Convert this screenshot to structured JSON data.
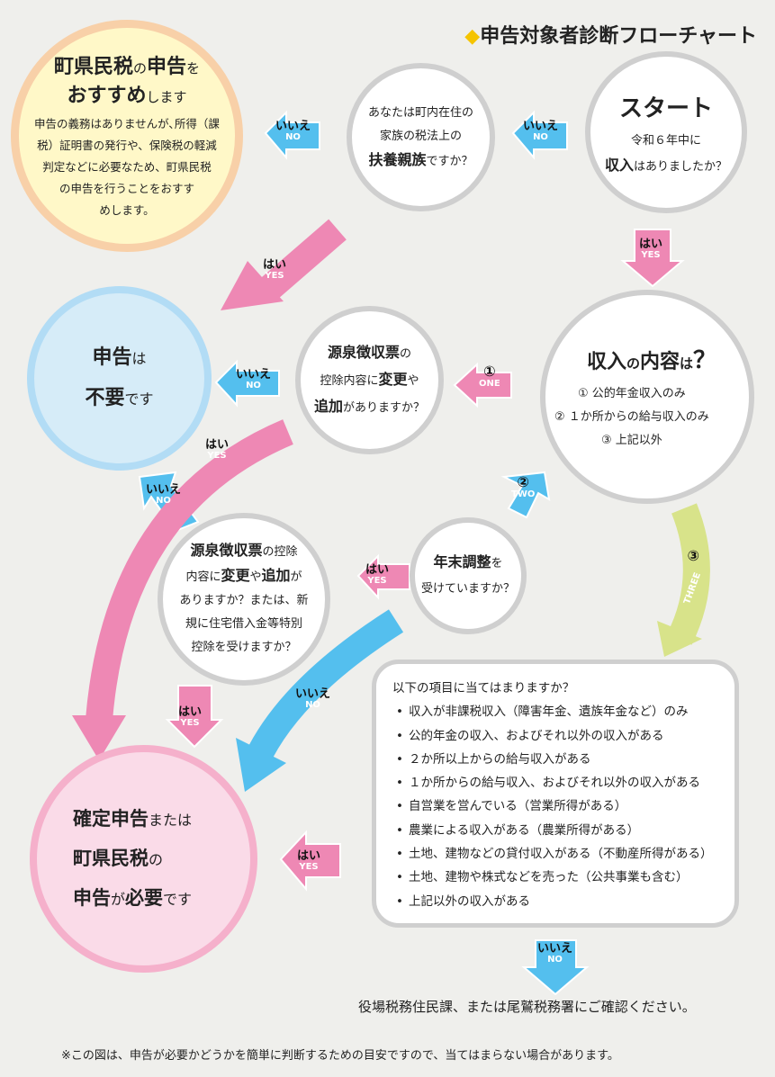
{
  "title": "申告対象者診断フローチャート",
  "colors": {
    "yes": "#ee88b4",
    "no": "#54bfee",
    "three": "#d8e38a",
    "accent": "#f5c400"
  },
  "recommend": {
    "l1a": "町県民税",
    "l1b": "の",
    "l1c": "申告",
    "l1d": "を",
    "l2a": "おすすめ",
    "l2b": "します",
    "body": [
      "申告の義務はありませんが､所得（課",
      "税）証明書の発行や、保険税の軽減",
      "判定などに必要なため、町県民税",
      "の申告を行うことをおすす",
      "めします。"
    ]
  },
  "start": {
    "title": "スタート",
    "l1": "令和６年中に",
    "l2a": "収入",
    "l2b": "はありましたか？"
  },
  "q_dependent": {
    "l1": "あなたは町内在住の",
    "l2": "家族の税法上の",
    "l3a": "扶養親族",
    "l3b": "ですか？"
  },
  "not_needed": {
    "a": "申告",
    "b": "は",
    "c": "不要",
    "d": "です"
  },
  "q_withholding": {
    "l1a": "源泉徴収票",
    "l1b": "の",
    "l2a": "控除内容に",
    "l2b": "変更",
    "l2c": "や",
    "l3a": "追加",
    "l3b": "がありますか？"
  },
  "income": {
    "a": "収入",
    "b": "の",
    "c": "内容",
    "d": "は",
    "e": "？",
    "options": [
      "① 公的年金収入のみ",
      "② １か所からの給与収入のみ",
      "③ 上記以外"
    ]
  },
  "year_end": {
    "a": "年末調整",
    "b": "を",
    "l2": "受けていますか？"
  },
  "q_withholding2": {
    "l1a": "源泉徴収票",
    "l1b": "の控除",
    "l2a": "内容に",
    "l2b": "変更",
    "l2c": "や",
    "l2d": "追加",
    "l2e": "が",
    "l3": "ありますか？または、新",
    "l4": "規に住宅借入金等特別",
    "l5": "控除を受けますか？"
  },
  "box": {
    "heading": "以下の項目に当てはまりますか？",
    "items": [
      "収入が非課税収入（障害年金、遺族年金など）のみ",
      "公的年金の収入、およびそれ以外の収入がある",
      "２か所以上からの給与収入がある",
      "１か所からの給与収入、およびそれ以外の収入がある",
      "自営業を営んでいる（営業所得がある）",
      "農業による収入がある（農業所得がある）",
      "土地、建物などの貸付収入がある（不動産所得がある）",
      "土地、建物や株式などを売った（公共事業も含む）",
      "上記以外の収入がある"
    ]
  },
  "required": {
    "l1a": "確定申告",
    "l1b": "または",
    "l2a": "町県民税",
    "l2b": "の",
    "l3a": "申告",
    "l3b": "が",
    "l3c": "必要",
    "l3d": "です"
  },
  "labels": {
    "no_jp": "いいえ",
    "no_en": "NO",
    "yes_jp": "はい",
    "yes_en": "YES",
    "one_n": "①",
    "one": "ONE",
    "two_n": "②",
    "two": "TWO",
    "three_n": "③",
    "three": "THREE"
  },
  "confirm": "役場税務住民課、または尾鷲税務署にご確認ください。",
  "footnote": "※この図は、申告が必要かどうかを簡単に判断するための目安ですので、当てはまらない場合があります。"
}
